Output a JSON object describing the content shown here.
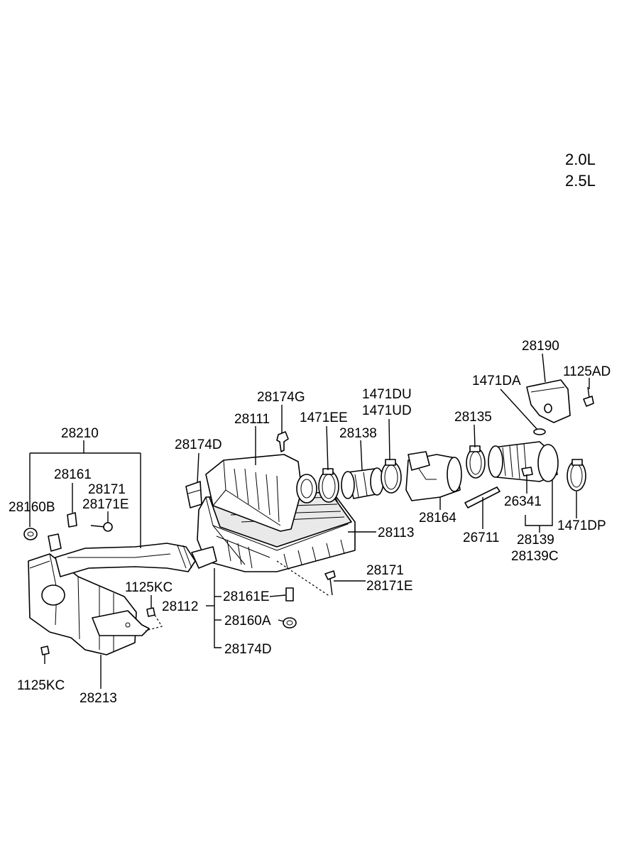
{
  "engine_labels": [
    "2.0L",
    "2.5L"
  ],
  "callouts": {
    "c28190": "28190",
    "c1125AD": "1125AD",
    "c1471DA": "1471DA",
    "c28174G": "28174G",
    "c1471DU": "1471DU",
    "c1471UD": "1471UD",
    "c28111": "28111",
    "c1471EE": "1471EE",
    "c28138": "28138",
    "c28135": "28135",
    "c28210": "28210",
    "c28174D_top": "28174D",
    "c28161": "28161",
    "c28171_left": "28171",
    "c28171E_left": "28171E",
    "c28160B": "28160B",
    "c28164": "28164",
    "c26341": "26341",
    "c1471DP": "1471DP",
    "c28113": "28113",
    "c26711": "26711",
    "c28139": "28139",
    "c28139C": "28139C",
    "c28171_right": "28171",
    "c28171E_right": "28171E",
    "c1125KC_mid": "1125KC",
    "c28161E": "28161E",
    "c28112": "28112",
    "c28160A": "28160A",
    "c28174D_bottom": "28174D",
    "c1125KC_bottom": "1125KC",
    "c28213": "28213"
  }
}
